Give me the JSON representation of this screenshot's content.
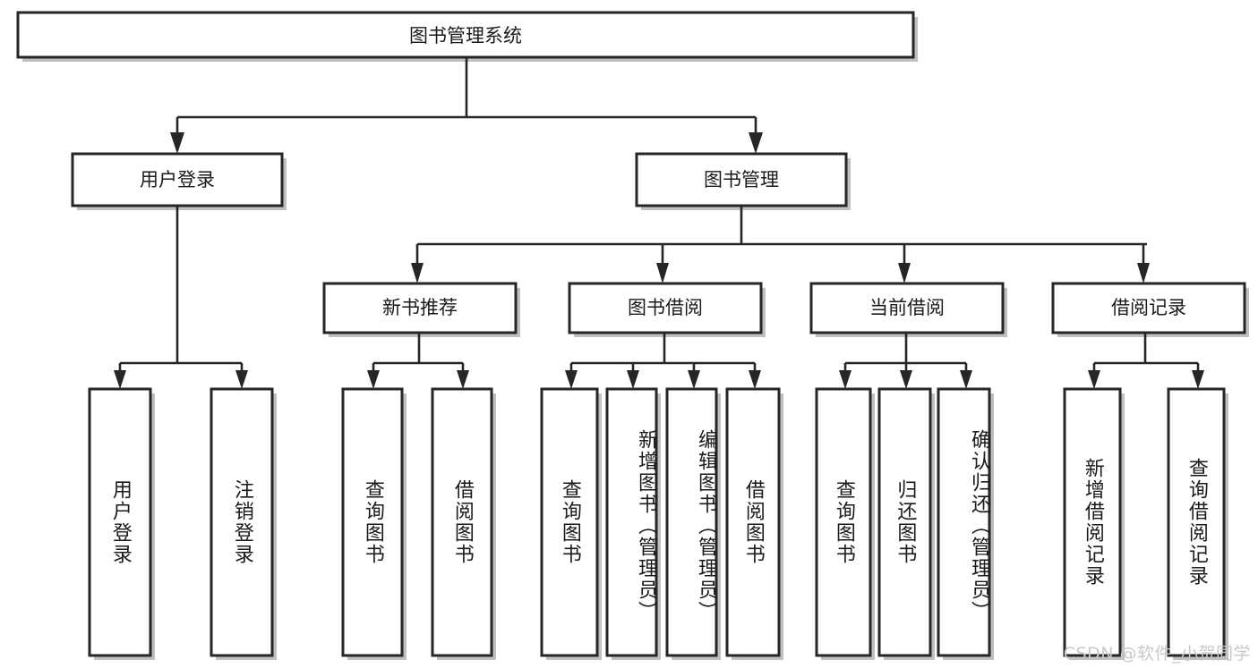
{
  "diagram": {
    "title": "图书管理系统",
    "type": "tree-hierarchy",
    "root": {
      "label": "图书管理系统"
    },
    "level1": [
      {
        "label": "用户登录"
      },
      {
        "label": "图书管理"
      }
    ],
    "level2": [
      {
        "label": "新书推荐",
        "parent": "图书管理"
      },
      {
        "label": "图书借阅",
        "parent": "图书管理"
      },
      {
        "label": "当前借阅",
        "parent": "图书管理"
      },
      {
        "label": "借阅记录",
        "parent": "图书管理"
      }
    ],
    "leaves": {
      "user_login": [
        {
          "label": "用户登录"
        },
        {
          "label": "注销登录"
        }
      ],
      "new_book_recommend": [
        {
          "label": "查询图书"
        },
        {
          "label": "借阅图书"
        }
      ],
      "book_borrow": [
        {
          "label": "查询图书"
        },
        {
          "label": "新增图书（管理员）"
        },
        {
          "label": "编辑图书（管理员）"
        },
        {
          "label": "借阅图书"
        }
      ],
      "current_borrow": [
        {
          "label": "查询图书"
        },
        {
          "label": "归还图书"
        },
        {
          "label": "确认归还（管理员）"
        }
      ],
      "borrow_record": [
        {
          "label": "新增借阅记录"
        },
        {
          "label": "查询借阅记录"
        }
      ]
    }
  },
  "watermark": {
    "text": "CSDN @软件_小贺同学"
  },
  "colors": {
    "stroke": "#262626",
    "fill": "#ffffff",
    "shadow": "#bfbfbf",
    "text": "#1a1a1a",
    "watermark": "#c9c9c9"
  }
}
